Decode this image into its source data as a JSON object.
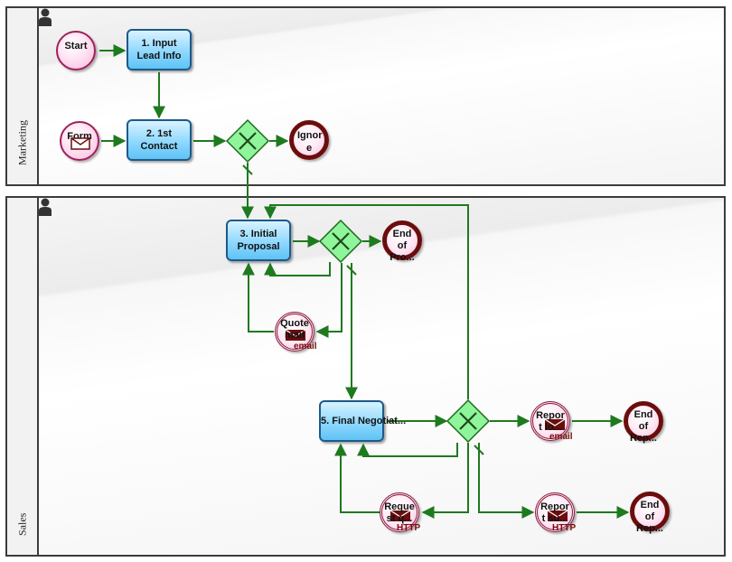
{
  "colors": {
    "flow": "#1e7a1e",
    "task_border": "#1d5a8a",
    "gateway_fill": "#7df28a",
    "end_border": "#6b0d0d"
  },
  "pools": {
    "marketing": {
      "label": "Marketing",
      "icon": "person-icon"
    },
    "sales": {
      "label": "Sales",
      "icon": "person-icon"
    }
  },
  "events": {
    "start": {
      "label": "Start"
    },
    "form": {
      "label": "Form",
      "icon": "envelope-icon"
    },
    "ignore": {
      "label": "Ignor e"
    },
    "end_proposal": {
      "label": "End of Pro..."
    },
    "quote_mail": {
      "label": "Quote mail",
      "channel": "email",
      "icon": "envelope-icon"
    },
    "report_lo": {
      "label": "Repor t lo...",
      "channel": "email",
      "icon": "envelope-icon"
    },
    "end_report_1": {
      "label": "End of Rep..."
    },
    "request_q": {
      "label": "Reque st q...",
      "channel": "HTTP",
      "icon": "envelope-icon"
    },
    "report_su": {
      "label": "Repor t su...",
      "channel": "HTTP",
      "icon": "envelope-icon"
    },
    "end_report_2": {
      "label": "End of Rep..."
    }
  },
  "tasks": {
    "t1": {
      "label": "1. Input Lead Info"
    },
    "t2": {
      "label": "2. 1st Contact"
    },
    "t3": {
      "label": "3. Initial Proposal"
    },
    "t5": {
      "label": "5. Final Negotiat..."
    }
  },
  "gateways": {
    "g1": {
      "type": "exclusive",
      "icon": "x-icon"
    },
    "g2": {
      "type": "exclusive",
      "icon": "x-icon"
    },
    "g3": {
      "type": "exclusive",
      "icon": "x-icon"
    }
  }
}
